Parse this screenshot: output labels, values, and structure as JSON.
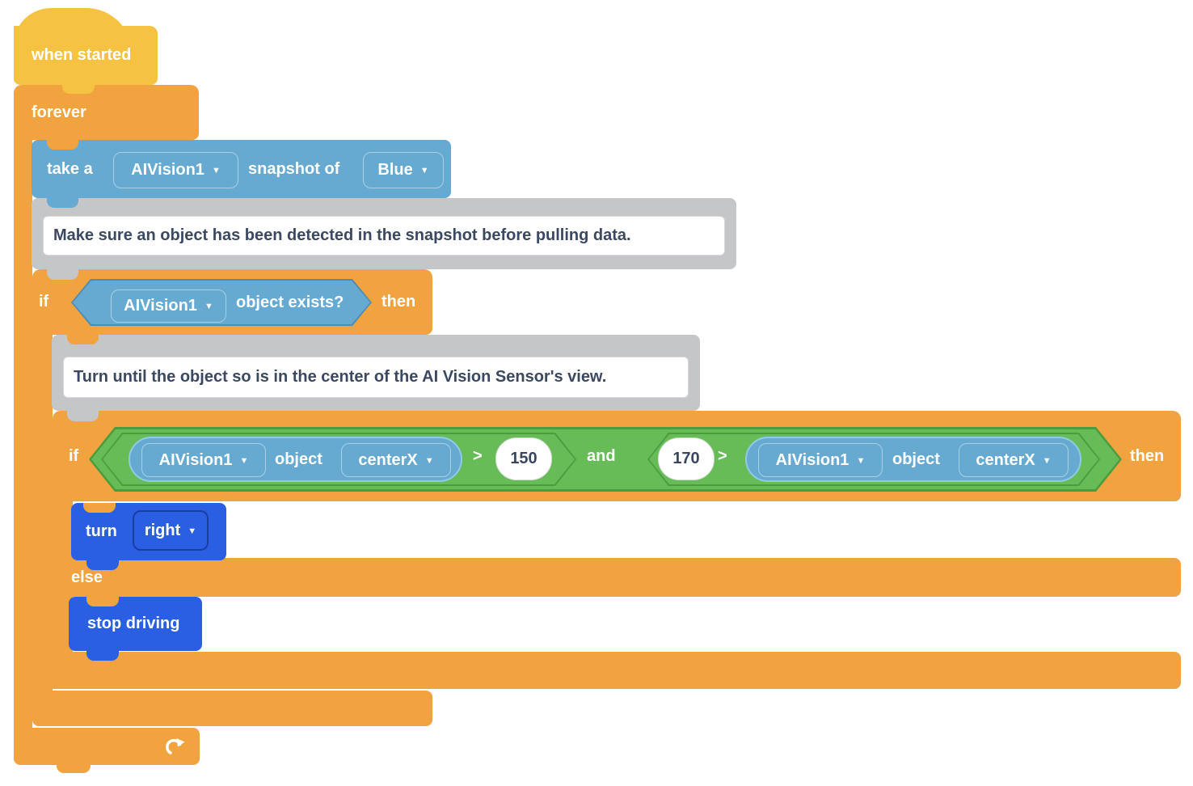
{
  "workspace": {
    "background": "#ffffff"
  },
  "colors": {
    "event_yellow": "#f5c242",
    "control_orange": "#f0a33e",
    "sensing_blue": "#66a9d1",
    "operator_green": "#68bc58",
    "operator_green_border": "#4a9c3e",
    "drivetrain_blue": "#2b5fe3",
    "comment_gray": "#c5c6c8",
    "comment_text": "#3b4862"
  },
  "icons": {
    "dropdown_caret": "▼",
    "loop_arrow": "loop-arrow"
  },
  "hat": {
    "label": "when started"
  },
  "forever": {
    "label": "forever"
  },
  "snapshot": {
    "take_a": "take a",
    "camera": "AIVision1",
    "snapshot_of": "snapshot of",
    "signature": "Blue"
  },
  "comment1": {
    "text": "Make sure an object has been detected in the snapshot before pulling data."
  },
  "if_exists": {
    "if_label": "if",
    "camera": "AIVision1",
    "predicate": "object exists?",
    "then_label": "then"
  },
  "comment2": {
    "text": "Turn until the object so is in the center of the AI Vision Sensor's view."
  },
  "if_center": {
    "if_label": "if",
    "and_label": "and",
    "then_label": "then",
    "cmp1": {
      "camera": "AIVision1",
      "object_label": "object",
      "property": "centerX",
      "op": ">",
      "value": "150"
    },
    "cmp2": {
      "value": "170",
      "op": ">",
      "camera": "AIVision1",
      "object_label": "object",
      "property": "centerX"
    }
  },
  "turn": {
    "label": "turn",
    "direction": "right"
  },
  "else_section": {
    "label": "else"
  },
  "stop": {
    "label": "stop driving"
  }
}
